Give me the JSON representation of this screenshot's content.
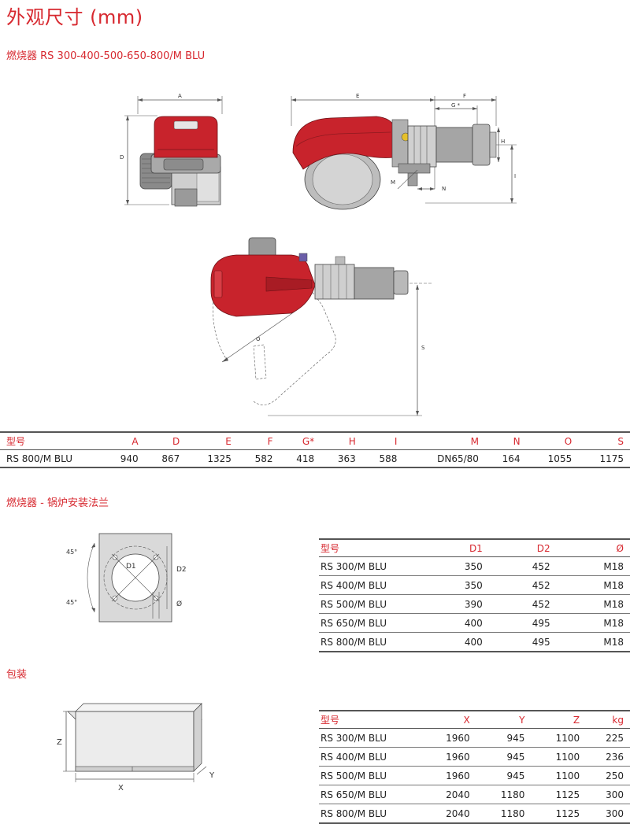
{
  "page_title": "外观尺寸 (mm)",
  "subtitle": "燃烧器 RS 300-400-500-650-800/M BLU",
  "diagram_labels": {
    "A": "A",
    "D": "D",
    "E": "E",
    "F": "F",
    "G": "G *",
    "H": "H",
    "I": "I",
    "M": "M",
    "N": "N",
    "O": "O",
    "S": "S"
  },
  "dimensions_table": {
    "headers": [
      "型号",
      "A",
      "D",
      "E",
      "F",
      "G*",
      "H",
      "I",
      "M",
      "N",
      "O",
      "S"
    ],
    "rows": [
      [
        "RS 800/M BLU",
        "940",
        "867",
        "1325",
        "582",
        "418",
        "363",
        "588",
        "DN65/80",
        "164",
        "1055",
        "1175"
      ]
    ]
  },
  "flange_section_title": "燃烧器 - 锅炉安装法兰",
  "flange_diagram_labels": {
    "angle_top": "45°",
    "angle_bottom": "45°",
    "d1": "D1",
    "d2": "D2",
    "phi": "Ø"
  },
  "flange_table": {
    "headers": [
      "型号",
      "D1",
      "D2",
      "Ø"
    ],
    "rows": [
      [
        "RS 300/M BLU",
        "350",
        "452",
        "M18"
      ],
      [
        "RS 400/M BLU",
        "350",
        "452",
        "M18"
      ],
      [
        "RS 500/M BLU",
        "390",
        "452",
        "M18"
      ],
      [
        "RS 650/M BLU",
        "400",
        "495",
        "M18"
      ],
      [
        "RS 800/M BLU",
        "400",
        "495",
        "M18"
      ]
    ]
  },
  "packaging_section_title": "包装",
  "packaging_diagram_labels": {
    "x": "X",
    "y": "Y",
    "z": "Z"
  },
  "packaging_table": {
    "headers": [
      "型号",
      "X",
      "Y",
      "Z",
      "kg"
    ],
    "rows": [
      [
        "RS 300/M BLU",
        "1960",
        "945",
        "1100",
        "225"
      ],
      [
        "RS 400/M BLU",
        "1960",
        "945",
        "1100",
        "236"
      ],
      [
        "RS 500/M BLU",
        "1960",
        "945",
        "1100",
        "250"
      ],
      [
        "RS 650/M BLU",
        "2040",
        "1180",
        "1125",
        "300"
      ],
      [
        "RS 800/M BLU",
        "2040",
        "1180",
        "1125",
        "300"
      ]
    ]
  },
  "colors": {
    "accent": "#d7282f",
    "burner_red": "#c8232c",
    "metal": "#b8b8b8"
  }
}
